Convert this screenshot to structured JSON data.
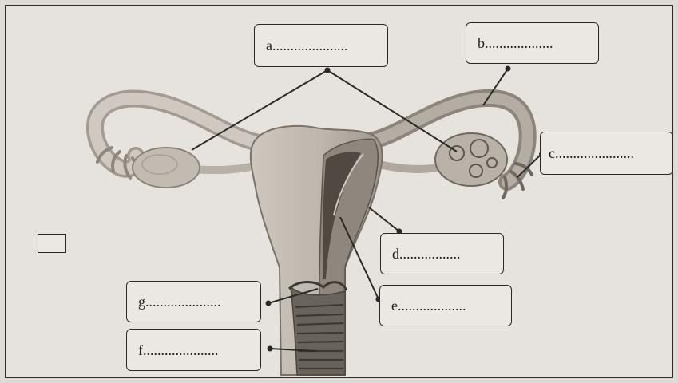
{
  "labels": {
    "a": "a.....................",
    "b": "b...................",
    "c": "c......................",
    "d": "d.................",
    "e": "e...................",
    "f": "f.....................",
    "g": "g....................."
  },
  "colors": {
    "frame": "#2d2b28",
    "tissue_light": "#c9c3bb",
    "tissue_mid": "#a49c93",
    "tissue_dark": "#6f6860",
    "cavity": "#4f4942"
  }
}
